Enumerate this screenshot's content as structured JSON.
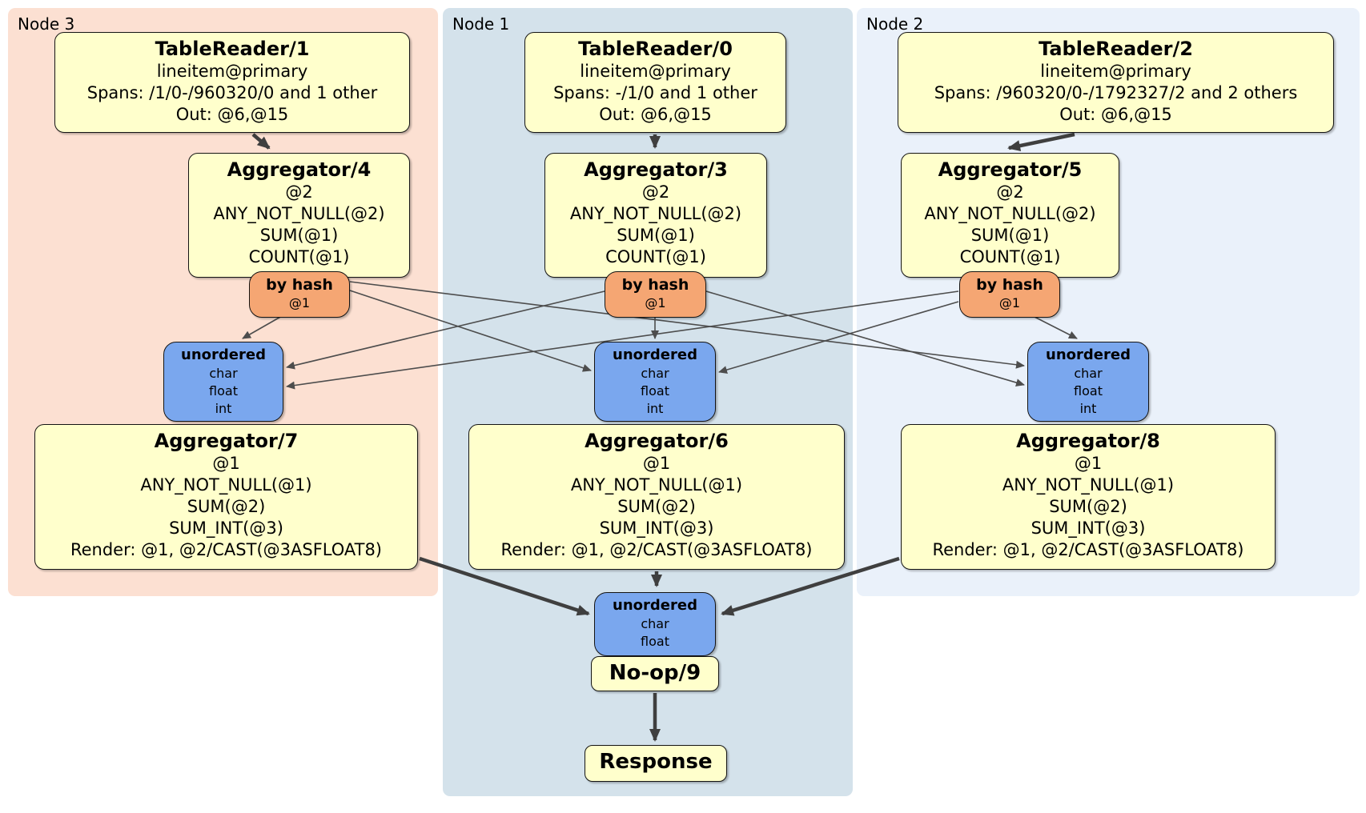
{
  "groups": {
    "node3": {
      "label": "Node 3"
    },
    "node1": {
      "label": "Node 1"
    },
    "node2": {
      "label": "Node 2"
    }
  },
  "colors": {
    "node3_bg": "#fce0d2",
    "node1_bg": "#d4e2eb",
    "node2_bg": "#eaf1fa",
    "processor_fill": "#ffffcc",
    "router_fill": "#f5a673",
    "sync_fill": "#7aa7ee",
    "edge_thick": "#3f3f3f",
    "edge_thin": "#4d4d4d"
  },
  "nodes": {
    "tr1": {
      "title": "TableReader/1",
      "lines": [
        "lineitem@primary",
        "Spans: /1/0-/960320/0 and 1 other",
        "Out: @6,@15"
      ]
    },
    "tr0": {
      "title": "TableReader/0",
      "lines": [
        "lineitem@primary",
        "Spans: -/1/0 and 1 other",
        "Out: @6,@15"
      ]
    },
    "tr2": {
      "title": "TableReader/2",
      "lines": [
        "lineitem@primary",
        "Spans: /960320/0-/1792327/2 and 2 others",
        "Out: @6,@15"
      ]
    },
    "agg4": {
      "title": "Aggregator/4",
      "lines": [
        "@2",
        "ANY_NOT_NULL(@2)",
        "SUM(@1)",
        "COUNT(@1)"
      ]
    },
    "agg3": {
      "title": "Aggregator/3",
      "lines": [
        "@2",
        "ANY_NOT_NULL(@2)",
        "SUM(@1)",
        "COUNT(@1)"
      ]
    },
    "agg5": {
      "title": "Aggregator/5",
      "lines": [
        "@2",
        "ANY_NOT_NULL(@2)",
        "SUM(@1)",
        "COUNT(@1)"
      ]
    },
    "byhash3": {
      "title": "by hash",
      "lines": [
        "@1"
      ]
    },
    "byhash1": {
      "title": "by hash",
      "lines": [
        "@1"
      ]
    },
    "byhash2": {
      "title": "by hash",
      "lines": [
        "@1"
      ]
    },
    "unord3": {
      "title": "unordered",
      "lines": [
        "char",
        "float",
        "int"
      ]
    },
    "unord1": {
      "title": "unordered",
      "lines": [
        "char",
        "float",
        "int"
      ]
    },
    "unord2": {
      "title": "unordered",
      "lines": [
        "char",
        "float",
        "int"
      ]
    },
    "agg7": {
      "title": "Aggregator/7",
      "lines": [
        "@1",
        "ANY_NOT_NULL(@1)",
        "SUM(@2)",
        "SUM_INT(@3)",
        "Render: @1, @2/CAST(@3ASFLOAT8)"
      ]
    },
    "agg6": {
      "title": "Aggregator/6",
      "lines": [
        "@1",
        "ANY_NOT_NULL(@1)",
        "SUM(@2)",
        "SUM_INT(@3)",
        "Render: @1, @2/CAST(@3ASFLOAT8)"
      ]
    },
    "agg8": {
      "title": "Aggregator/8",
      "lines": [
        "@1",
        "ANY_NOT_NULL(@1)",
        "SUM(@2)",
        "SUM_INT(@3)",
        "Render: @1, @2/CAST(@3ASFLOAT8)"
      ]
    },
    "unordFinal": {
      "title": "unordered",
      "lines": [
        "char",
        "float"
      ]
    },
    "noop": {
      "title": "No-op/9"
    },
    "response": {
      "title": "Response"
    }
  },
  "edges": {
    "thick": [
      {
        "from": "tr1",
        "to": "agg4"
      },
      {
        "from": "tr0",
        "to": "agg3"
      },
      {
        "from": "tr2",
        "to": "agg5"
      },
      {
        "from": "agg7",
        "to": "unordFinal"
      },
      {
        "from": "agg6",
        "to": "unordFinal"
      },
      {
        "from": "agg8",
        "to": "unordFinal"
      },
      {
        "from": "noop",
        "to": "response"
      }
    ],
    "thin": [
      {
        "from": "byhash3",
        "to": "unord3"
      },
      {
        "from": "byhash3",
        "to": "unord1"
      },
      {
        "from": "byhash3",
        "to": "unord2"
      },
      {
        "from": "byhash1",
        "to": "unord3"
      },
      {
        "from": "byhash1",
        "to": "unord1"
      },
      {
        "from": "byhash1",
        "to": "unord2"
      },
      {
        "from": "byhash2",
        "to": "unord3"
      },
      {
        "from": "byhash2",
        "to": "unord1"
      },
      {
        "from": "byhash2",
        "to": "unord2"
      }
    ]
  }
}
